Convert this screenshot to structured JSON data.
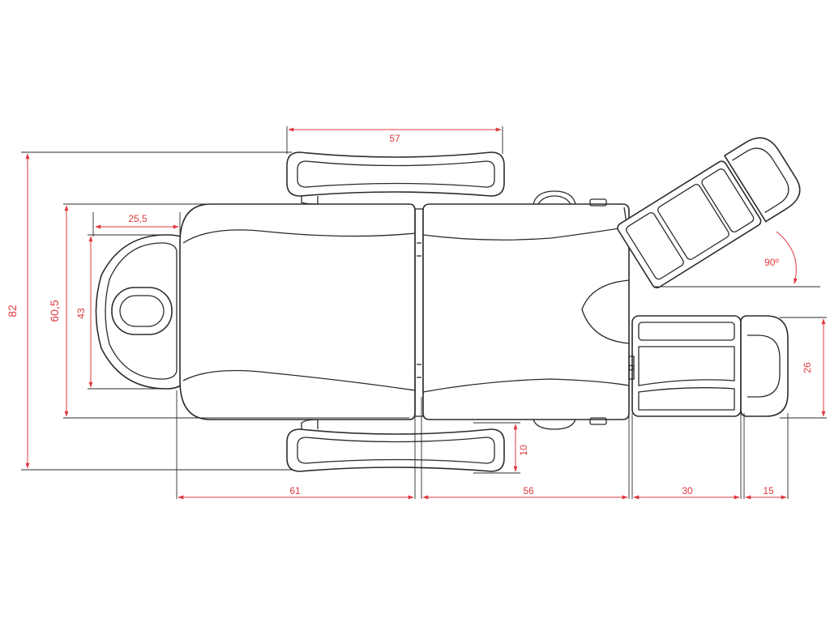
{
  "colors": {
    "dimension": "#e0393e",
    "outline": "#2b2b2b",
    "background": "#ffffff"
  },
  "dimensions": {
    "armrest_length": "57",
    "backrest_length": "61",
    "seat_length": "56",
    "leg_section_length": "30",
    "foot_section_length": "15",
    "headrest_width": "25,5",
    "headrest_height": "43",
    "table_width": "60,5",
    "overall_width": "82",
    "armrest_offset": "10",
    "leg_section_width": "26",
    "leg_tilt_angle": "90º"
  }
}
